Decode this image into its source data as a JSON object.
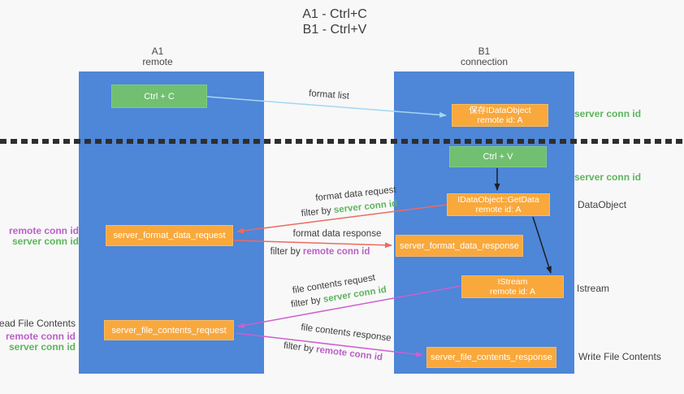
{
  "title": {
    "line1": "A1 - Ctrl+C",
    "line2": "B1 - Ctrl+V"
  },
  "lifelines": {
    "left": {
      "name": "A1",
      "role": "remote"
    },
    "right": {
      "name": "B1",
      "role": "connection"
    }
  },
  "nodes": {
    "ctrl_c": {
      "label": "Ctrl + C"
    },
    "ctrl_v": {
      "label": "Ctrl + V"
    },
    "save_idataobject": {
      "line1": "保存IDataObject",
      "line2": "remote id: A"
    },
    "idataobject_getdata": {
      "line1": "IDataObject::GetData",
      "line2": "remote id: A"
    },
    "istream": {
      "line1": "IStream",
      "line2": "remote id: A"
    },
    "server_format_data_request": {
      "label": "server_format_data_request"
    },
    "server_format_data_response": {
      "label": "server_format_data_response"
    },
    "server_file_contents_request": {
      "label": "server_file_contents_request"
    },
    "server_file_contents_response": {
      "label": "server_file_contents_response"
    }
  },
  "arrows": {
    "format_list": {
      "label": "format list"
    },
    "format_data_request": {
      "label": "format data request",
      "filter_prefix": "filter by",
      "filter_key": "server conn id"
    },
    "format_data_response": {
      "label": "format data response",
      "filter_prefix": "filter by",
      "filter_key": "remote conn id"
    },
    "file_contents_request": {
      "label": "file contents request",
      "filter_prefix": "filter by",
      "filter_key": "server conn id"
    },
    "file_contents_response": {
      "label": "file contents response",
      "filter_prefix": "filter by",
      "filter_key": "remote conn id"
    }
  },
  "side_labels": {
    "server_conn_id_top": "server conn id",
    "server_conn_id_mid": "server conn id",
    "dataobject": "DataObject",
    "istream": "Istream",
    "write_file_contents": "Write File Contents",
    "read_file_contents": "Read File Contents",
    "left_remote_conn_id_1": "remote conn id",
    "left_server_conn_id_1": "server conn id",
    "left_remote_conn_id_2": "remote conn id",
    "left_server_conn_id_2": "server conn id"
  },
  "colors": {
    "lifeline_blue": "#4e86d8",
    "action_green": "#71bf71",
    "message_orange": "#f9a83c",
    "server_conn_green": "#5cb55c",
    "remote_conn_purple": "#bb5fc8",
    "arrow_lightblue": "#a5d6f0",
    "arrow_salmon": "#ee6a5f",
    "arrow_magenta": "#cd5fd0",
    "arrow_black": "#1f1f1f"
  }
}
